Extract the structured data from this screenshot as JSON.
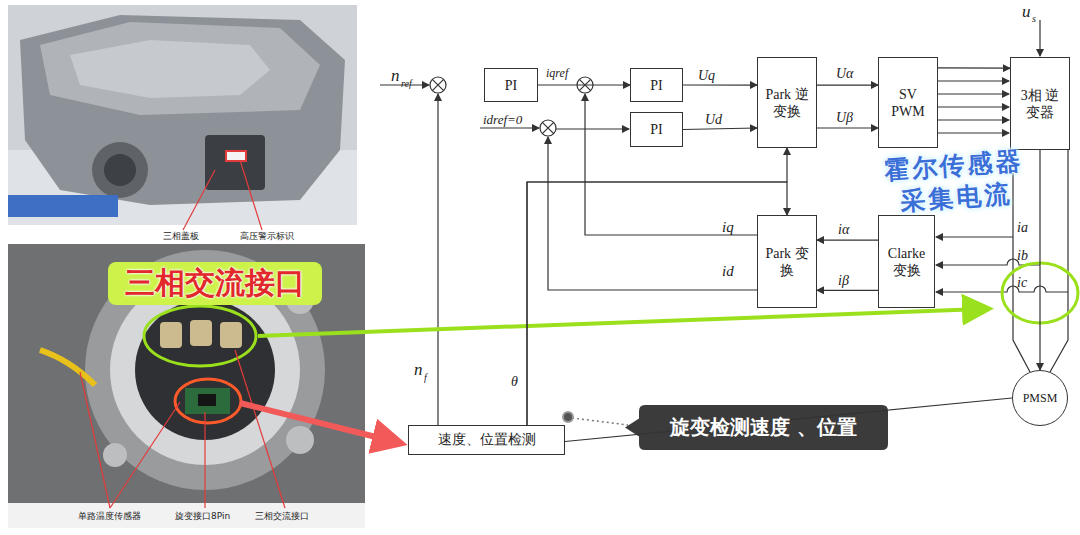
{
  "diagram": {
    "nodes": [
      {
        "text": [
          "三相交流接口"
        ]
      },
      {
        "text": [
          "PI"
        ]
      },
      {
        "text": [
          "PI"
        ]
      },
      {
        "text": [
          "PI"
        ]
      },
      {
        "text": [
          "Park 逆变换"
        ]
      },
      {
        "text": [
          "SV PWM"
        ]
      },
      {
        "text": [
          "3相 逆变器"
        ]
      },
      {
        "text": [
          "Park 变换"
        ]
      },
      {
        "text": [
          "Clarke 变换"
        ]
      },
      {
        "text": [
          "PMSM"
        ]
      },
      {
        "text": [
          "速度、位置检测"
        ]
      },
      {
        "text": [
          "旋变检测速度 、位置"
        ]
      }
    ],
    "edges": [
      {
        "from": 1,
        "to": 2,
        "label": "iqref",
        "arrow": "to"
      },
      {
        "from": 2,
        "to": 4,
        "label": "Uq",
        "arrow": "to"
      },
      {
        "from": 3,
        "to": 4,
        "label": "Ud",
        "arrow": "to"
      },
      {
        "from": 4,
        "to": 5,
        "label": "Uα",
        "arrow": "to"
      },
      {
        "from": 4,
        "to": 5,
        "label": "Uβ",
        "arrow": "to"
      },
      {
        "from": 5,
        "to": 6,
        "arrow": "to"
      },
      {
        "from": 6,
        "to": 9,
        "arrow": "to"
      },
      {
        "from": 8,
        "to": 7,
        "label": "iα",
        "arrow": "to"
      },
      {
        "from": 8,
        "to": 7,
        "label": "iβ",
        "arrow": "to"
      },
      {
        "from": 10,
        "to": 4,
        "label": "θ",
        "arrow": "to"
      },
      {
        "from": 10,
        "to": 7,
        "arrow": "to"
      },
      {
        "from": 9,
        "to": 10,
        "arrow": "none"
      }
    ],
    "labels": [
      "三相盖板",
      "高压警示标识",
      "单路温度传感器",
      "旋变接口8Pin",
      "三相交流接口",
      "n",
      "ref",
      "idref=0",
      "u",
      "s",
      "霍尔传感器 采集电流",
      "ia",
      "ib",
      "ic",
      "iq",
      "id",
      "n",
      "f"
    ]
  }
}
